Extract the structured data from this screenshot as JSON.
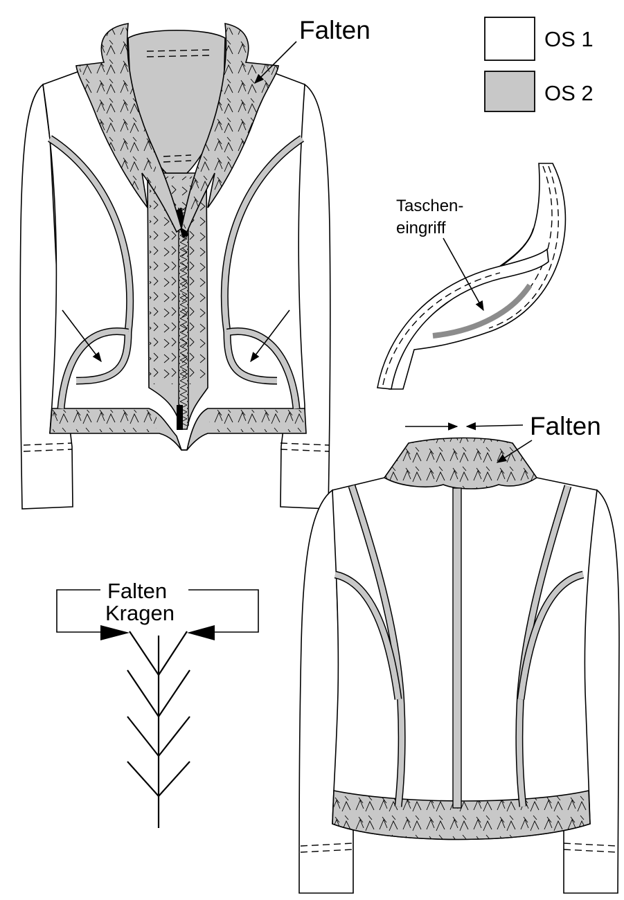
{
  "colors": {
    "os1": "#ffffff",
    "os2": "#c8c8c8",
    "line": "#000000",
    "pocket_accent": "#8c8c8c"
  },
  "legend": [
    {
      "swatch": "os1",
      "label": "OS 1"
    },
    {
      "swatch": "os2",
      "label": "OS 2"
    }
  ],
  "labels": {
    "front_falten": "Falten",
    "back_falten": "Falten",
    "pocket_line1": "Taschen-",
    "pocket_line2": "eingriff",
    "detail_line1": "Falten",
    "detail_line2": "Kragen"
  }
}
